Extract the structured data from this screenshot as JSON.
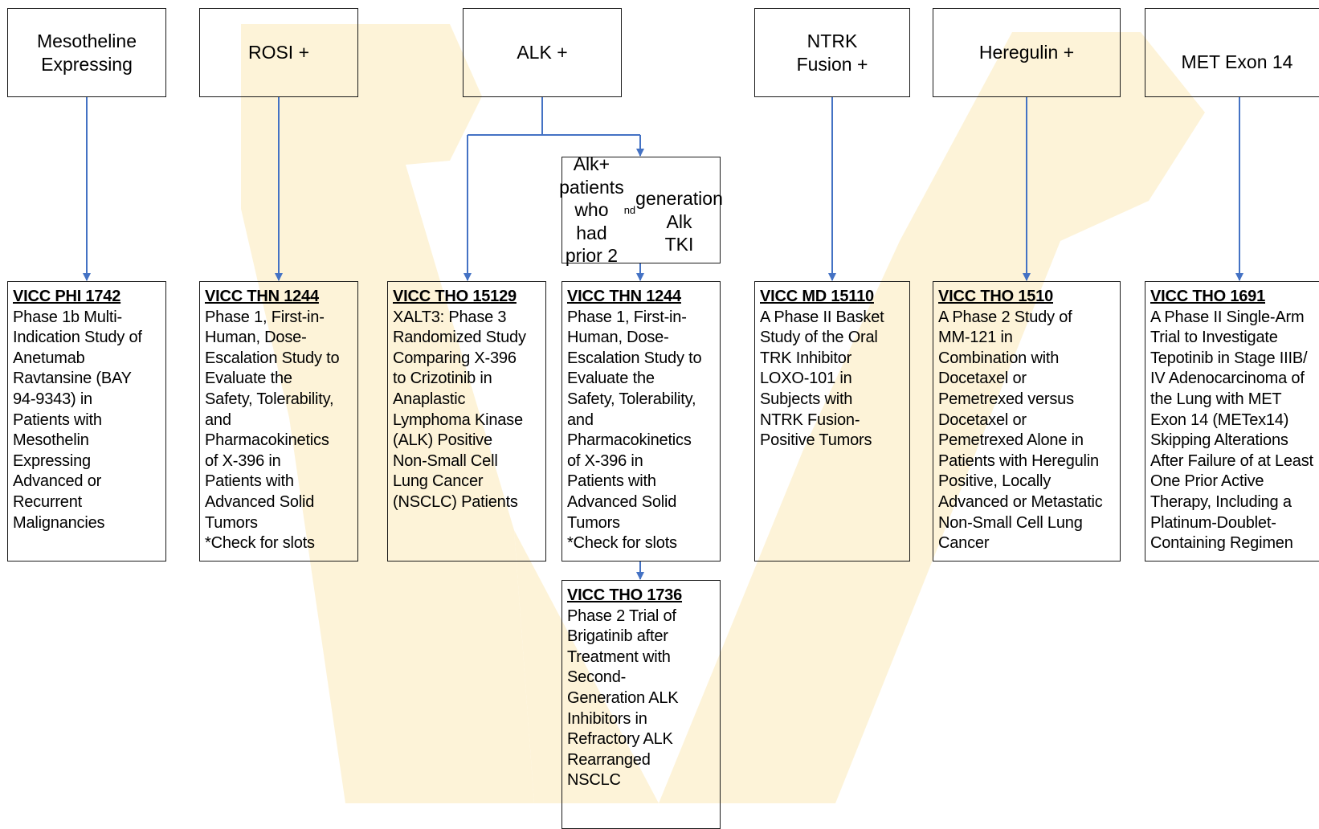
{
  "colors": {
    "arrow": "#4472C4",
    "box_border": "#1a1a1a",
    "watermark": "#FDF3D8"
  },
  "watermark_icon": "vanderbilt-v-logo",
  "headers": {
    "mesothelin": "Mesotheline\nExpressing",
    "rosi": "ROSI +",
    "alk": "ALK +",
    "ntrk": "NTRK\nFusion +",
    "heregulin": "Heregulin +",
    "met": "MET Exon 14"
  },
  "alk_prior": {
    "text_before": "Alk+ patients\nwho had prior 2",
    "superscript": "nd",
    "text_after": "\ngeneration Alk\nTKI"
  },
  "trials": {
    "phi1742": {
      "id": "VICC PHI 1742",
      "desc": "Phase 1b Multi-\nIndication Study of\nAnetumab\nRavtansine (BAY\n94-9343) in\nPatients with\nMesothelin\nExpressing\nAdvanced or\nRecurrent\nMalignancies"
    },
    "thn1244_rosi": {
      "id": "VICC THN 1244",
      "desc": "Phase 1, First-in-\nHuman, Dose-\nEscalation Study to\nEvaluate the\nSafety, Tolerability,\nand\nPharmacokinetics\nof X-396 in\nPatients with\nAdvanced Solid\nTumors\n*Check for slots"
    },
    "tho15129": {
      "id": "VICC THO 15129",
      "desc": "XALT3: Phase 3\nRandomized Study\nComparing X-396\nto Crizotinib in\nAnaplastic\nLymphoma Kinase\n(ALK) Positive\nNon-Small Cell\nLung Cancer\n(NSCLC) Patients"
    },
    "thn1244_alk": {
      "id": "VICC THN 1244",
      "desc": "Phase 1, First-in-\nHuman, Dose-\nEscalation Study to\nEvaluate the\nSafety, Tolerability,\nand\nPharmacokinetics\nof X-396 in\nPatients with\nAdvanced Solid\nTumors\n*Check for slots"
    },
    "tho1736": {
      "id": "VICC THO 1736",
      "desc": "Phase 2 Trial of\nBrigatinib after\nTreatment with\nSecond-\nGeneration ALK\nInhibitors in\nRefractory ALK\nRearranged\nNSCLC"
    },
    "md15110": {
      "id": "VICC MD 15110",
      "desc": "A Phase II Basket\nStudy of the Oral\nTRK Inhibitor\nLOXO-101 in\nSubjects with\nNTRK Fusion-\nPositive Tumors"
    },
    "tho1510": {
      "id": "VICC THO 1510",
      "desc": "A Phase 2 Study of\nMM-121 in\nCombination with\nDocetaxel or\nPemetrexed versus\nDocetaxel or\nPemetrexed Alone in\nPatients with Heregulin\nPositive, Locally\nAdvanced or Metastatic\nNon-Small Cell Lung\nCancer"
    },
    "tho1691": {
      "id": "VICC THO 1691",
      "desc": "A Phase II Single-Arm\nTrial to Investigate\nTepotinib in Stage IIIB/\nIV Adenocarcinoma of\nthe Lung with MET\nExon 14 (METex14)\nSkipping Alterations\nAfter Failure of at Least\nOne Prior Active\nTherapy, Including a\nPlatinum-Doublet-\nContaining Regimen"
    }
  }
}
